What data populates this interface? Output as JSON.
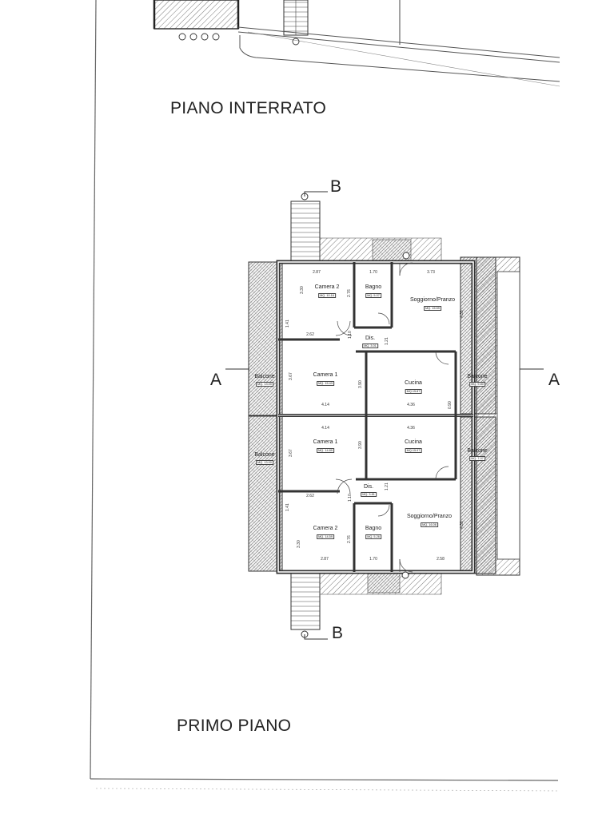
{
  "titles": {
    "basement": "PIANO INTERRATO",
    "first_floor": "PRIMO PIANO"
  },
  "section_marks": {
    "b_top": "B",
    "b_bottom": "B",
    "a_left": "A",
    "a_right": "A"
  },
  "upper_unit": {
    "camera2": {
      "label": "Camera 2",
      "area": "MQ. 10.16"
    },
    "bagno": {
      "label": "Bagno",
      "area": "MQ. 5.07"
    },
    "soggiorno": {
      "label": "Soggiorno/Pranzo",
      "area": "MQ. 15.59"
    },
    "dis": {
      "label": "Dis.",
      "area": "MQ. 3.01"
    },
    "camera1": {
      "label": "Camera 1",
      "area": "MQ. 15.43"
    },
    "cucina": {
      "label": "Cucina",
      "area": "MQ.15.87"
    },
    "balcone_left": {
      "label": "Balcone",
      "area": "MQ. 13.00"
    },
    "balcone_right": {
      "label": "Balcone",
      "area": "MQ. 9.80"
    }
  },
  "lower_unit": {
    "camera1": {
      "label": "Camera 1",
      "area": "MQ. 14.89"
    },
    "cucina": {
      "label": "Cucina",
      "area": "MQ.15.97"
    },
    "dis": {
      "label": "Dis.",
      "area": "MQ. 3.81"
    },
    "camera2": {
      "label": "Camera 2",
      "area": "MQ. 14.59"
    },
    "bagno": {
      "label": "Bagno",
      "area": "MQ. 5.26"
    },
    "soggiorno": {
      "label": "Soggiorno/Pranzo",
      "area": "MQ. 16.06"
    },
    "balcone_left": {
      "label": "Balcone",
      "area": "MQ. 13.00"
    },
    "balcone_right": {
      "label": "Balcone",
      "area": "MQ. 7.07"
    }
  },
  "dimensions": {
    "top_camera2_w": "2.87",
    "top_bagno_w": "1.70",
    "top_soggiorno_w": "3.73",
    "top_camera2_h": "3.30",
    "top_bagno_h": "2.76",
    "top_left_small": "1.41",
    "top_dis_w": "2.62",
    "top_dis_h": "1.10",
    "top_dis_h2": "1.21",
    "top_soggiorno_h": "4.38",
    "top_camera1_h": "3.67",
    "top_cucina_h": "3.90",
    "top_camera1_w": "4.14",
    "top_cucina_w": "4.36",
    "top_mid_small": "0.90",
    "bot_camera1_w": "4.14",
    "bot_cucina_w": "4.36",
    "bot_camera1_h": "3.67",
    "bot_cucina_h": "3.90",
    "bot_left_small": "1.41",
    "bot_dis_w": "2.62",
    "bot_dis_h": "1.10",
    "bot_dis_h2": "1.21",
    "bot_soggiorno_h": "4.38",
    "bot_camera2_h": "3.30",
    "bot_bagno_h": "2.76",
    "bot_camera2_w": "2.87",
    "bot_bagno_w": "1.70",
    "bot_soggiorno_w": "2.58"
  }
}
